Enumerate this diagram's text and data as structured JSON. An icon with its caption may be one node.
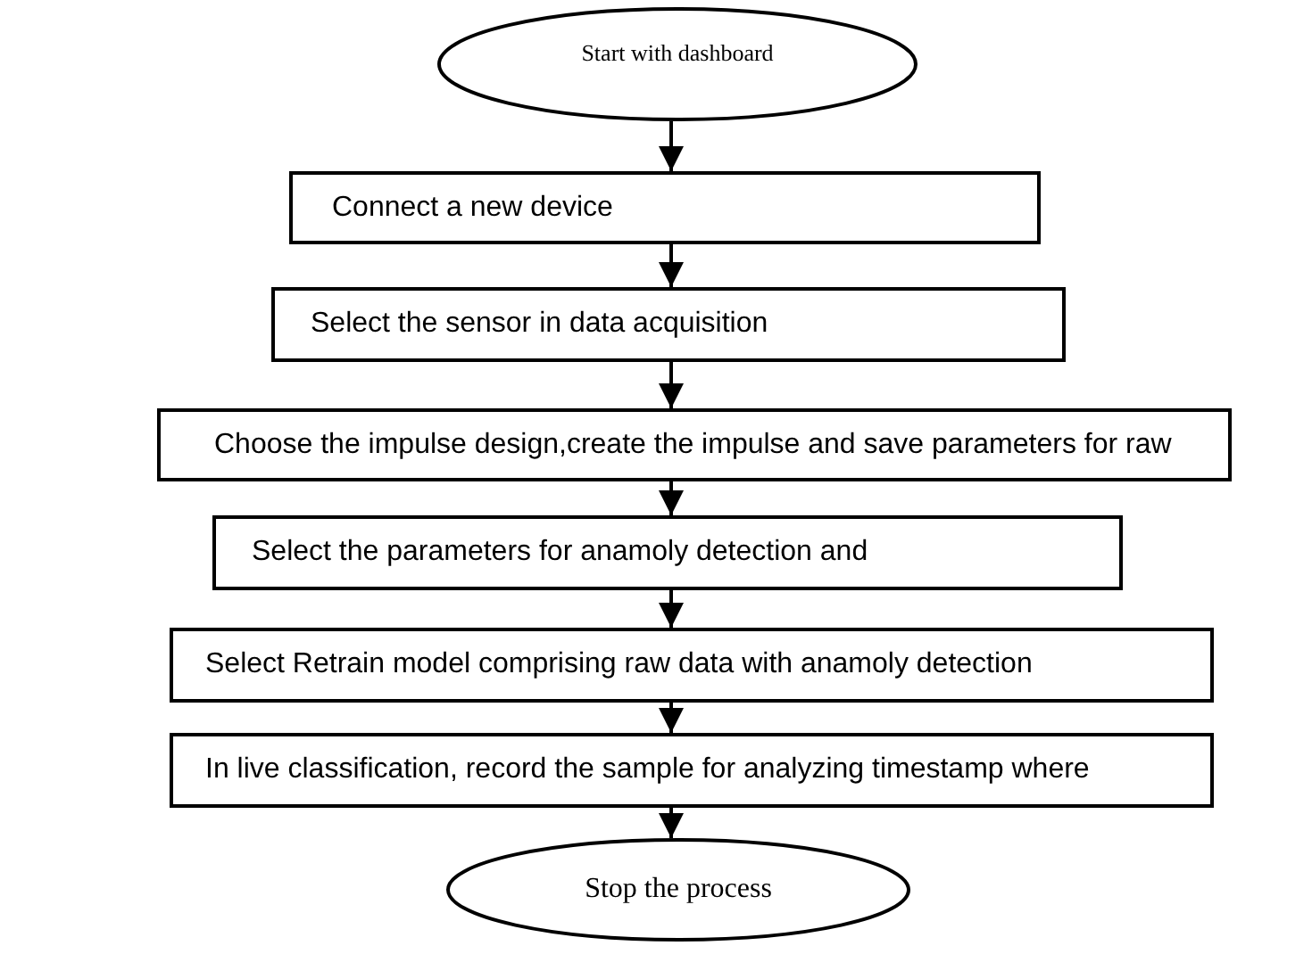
{
  "diagram": {
    "nodes": [
      {
        "text": [
          "Start with dashboard"
        ]
      },
      {
        "text": [
          "Connect a new device"
        ]
      },
      {
        "text": [
          "Select the sensor in data acquisition"
        ]
      },
      {
        "text": [
          "Choose the impulse design,create the impulse and save parameters for raw"
        ]
      },
      {
        "text": [
          "Select the parameters for anamoly detection and"
        ]
      },
      {
        "text": [
          "Select Retrain model comprising raw data with anamoly detection"
        ]
      },
      {
        "text": [
          "In live classification, record the sample for analyzing timestamp where"
        ]
      },
      {
        "text": [
          "Stop the process"
        ]
      }
    ],
    "edges": [
      {
        "from": 0,
        "to": 1,
        "arrow": "to"
      },
      {
        "from": 1,
        "to": 2,
        "arrow": "to"
      },
      {
        "from": 2,
        "to": 3,
        "arrow": "to"
      },
      {
        "from": 3,
        "to": 4,
        "arrow": "to"
      },
      {
        "from": 4,
        "to": 5,
        "arrow": "to"
      },
      {
        "from": 5,
        "to": 6,
        "arrow": "to"
      },
      {
        "from": 6,
        "to": 7,
        "arrow": "to"
      }
    ]
  }
}
